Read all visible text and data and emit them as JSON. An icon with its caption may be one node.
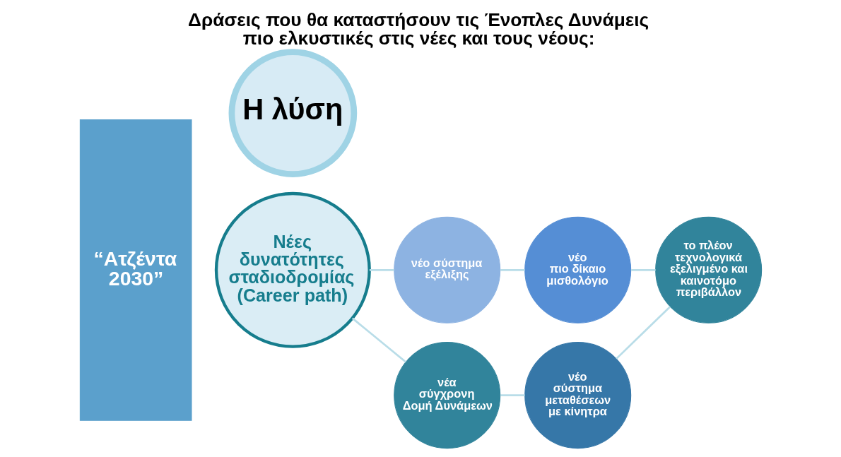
{
  "diagram": {
    "title": "Δράσεις που θα καταστήσουν τις Ένοπλες Δυνάμεις πιο ελκυστικές στις νέες και τους νέους:",
    "nodes": [
      {
        "text": [
          "“Ατζέντα 2030”"
        ]
      },
      {
        "text": [
          "Η λύση"
        ]
      },
      {
        "text": [
          "Νέες δυνατότητες σταδιοδρομίας (Career path)"
        ]
      },
      {
        "text": [
          "νέο σύστημα εξέλιξης"
        ]
      },
      {
        "text": [
          "νέο πιο δίκαιο μισθολόγιο"
        ]
      },
      {
        "text": [
          "το πλέον τεχνολογικά εξελιγμένο και καινοτόμο περιβάλλον"
        ]
      },
      {
        "text": [
          "νέα σύγχρονη Δομή Δυνάμεων"
        ]
      },
      {
        "text": [
          "νέο σύστημα μεταθέσεων με κίνητρα"
        ]
      }
    ],
    "edges": [
      {
        "from": 2,
        "to": 3,
        "arrow": "none"
      },
      {
        "from": 3,
        "to": 4,
        "arrow": "none"
      },
      {
        "from": 4,
        "to": 5,
        "arrow": "none"
      },
      {
        "from": 5,
        "to": 7,
        "arrow": "none"
      },
      {
        "from": 7,
        "to": 6,
        "arrow": "none"
      },
      {
        "from": 6,
        "to": 2,
        "arrow": "none"
      }
    ]
  }
}
